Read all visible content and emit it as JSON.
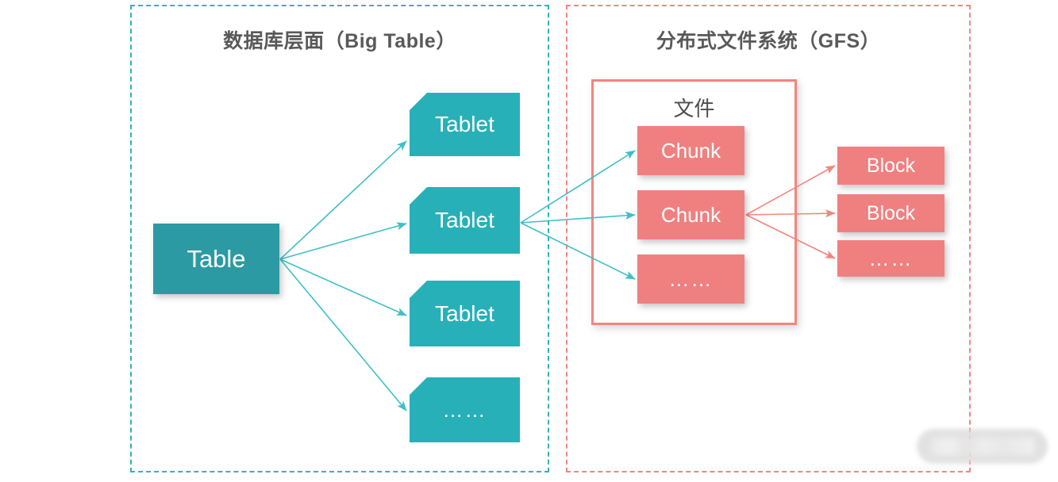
{
  "diagram": {
    "panels": [
      {
        "id": "bigtable",
        "title": "数据库层面（Big Table）",
        "color": "#2fb3bd"
      },
      {
        "id": "gfs",
        "title": "分布式文件系统（GFS）",
        "color": "#f4857f"
      }
    ],
    "file_container": {
      "label": "文件",
      "border_color": "#f4857f"
    },
    "nodes": {
      "table": {
        "label": "Table",
        "color": "#2b9aa3"
      },
      "tablets": [
        {
          "label": "Tablet",
          "color": "#28b0b8"
        },
        {
          "label": "Tablet",
          "color": "#28b0b8"
        },
        {
          "label": "Tablet",
          "color": "#28b0b8"
        },
        {
          "label": "……",
          "color": "#28b0b8"
        }
      ],
      "chunks": [
        {
          "label": "Chunk",
          "color": "#f08080"
        },
        {
          "label": "Chunk",
          "color": "#f08080"
        },
        {
          "label": "……",
          "color": "#f08080"
        }
      ],
      "blocks": [
        {
          "label": "Block",
          "color": "#f08080"
        },
        {
          "label": "Block",
          "color": "#f08080"
        },
        {
          "label": "……",
          "color": "#f08080"
        }
      ]
    },
    "arrow_colors": {
      "teal": "#3fbfc6",
      "pink": "#f4857f"
    },
    "title_color": "#595959"
  }
}
